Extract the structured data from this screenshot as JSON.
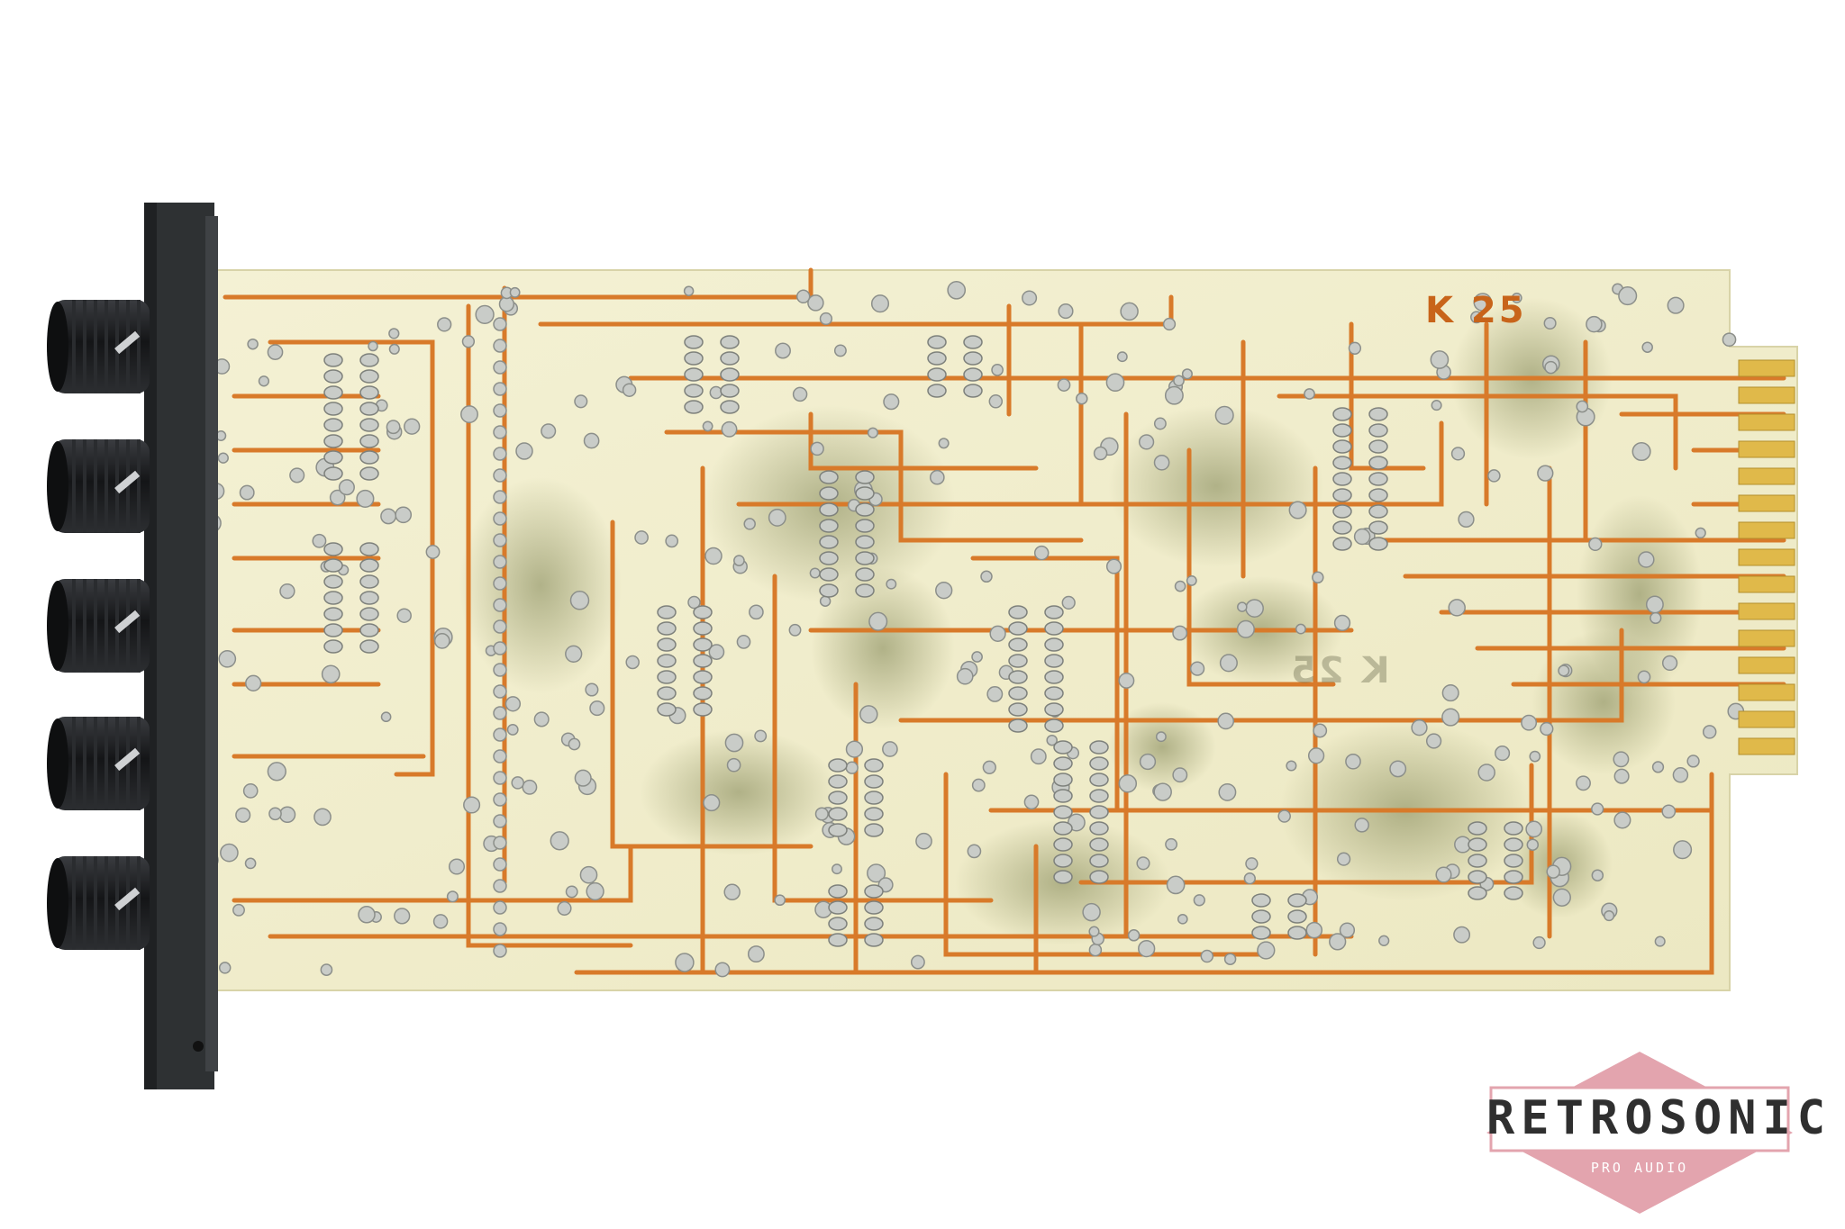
{
  "photo": {
    "subject": "printed circuit board module rear view",
    "board_label": "K 25",
    "board_label_mirrored": "K 25",
    "knob_count": 5,
    "colors": {
      "board": "#f1efcf",
      "board_stain": "#8f9462",
      "trace": "#d87a2a",
      "solder": "#c9ccc8",
      "faceplate": "#2e3133",
      "knob": "#1b1c1e",
      "gold_finger": "#e0b94a"
    }
  },
  "watermark": {
    "brand": "RETROSONIC",
    "tagline": "PRO AUDIO",
    "colors": {
      "badge": "#e3a4ae",
      "text": "#2f2f2f",
      "tagline": "#ffffff"
    }
  }
}
